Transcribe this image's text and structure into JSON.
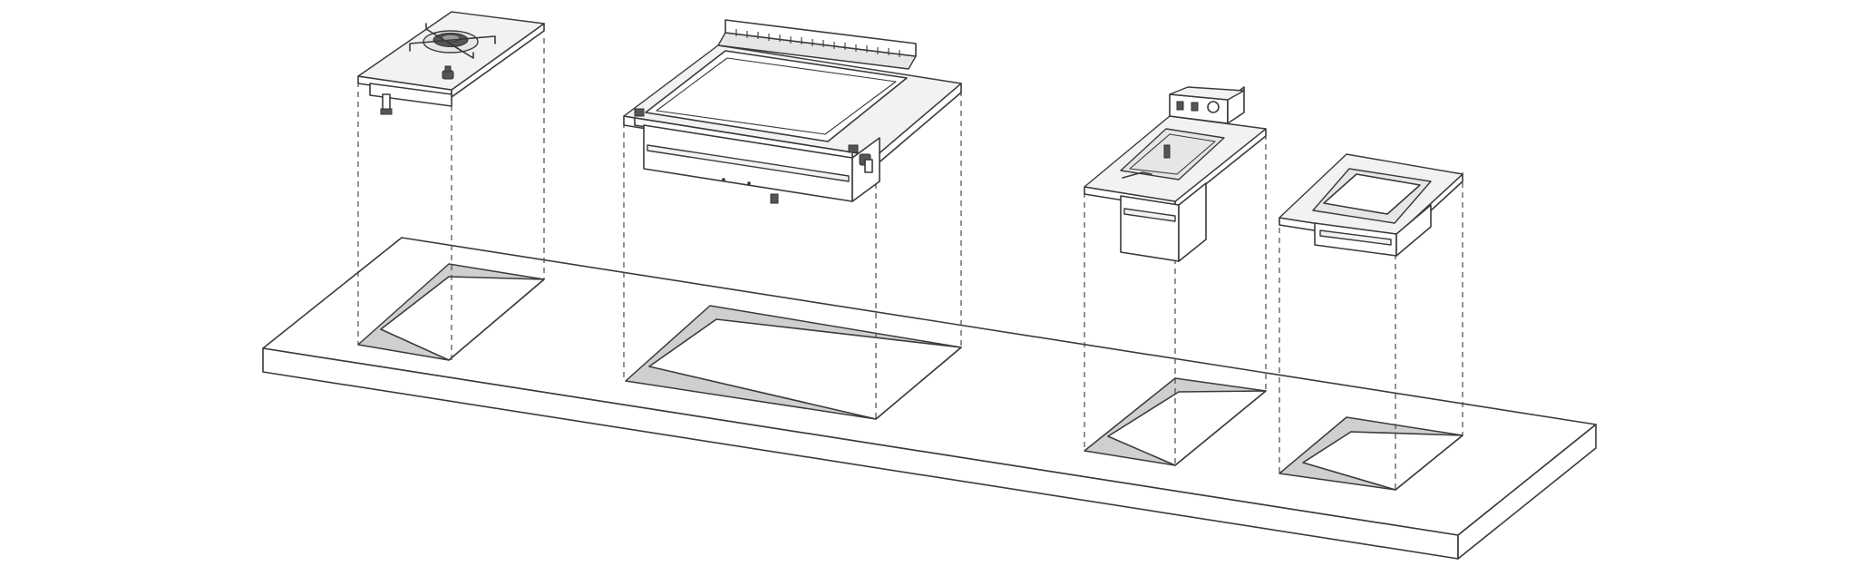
{
  "diagram": {
    "countertop": {
      "cutout_count": 4
    },
    "appliances": [
      {
        "name": "gas-burner-unit",
        "icon": "gas-burner-icon"
      },
      {
        "name": "griddle-plate-unit",
        "icon": "griddle-icon"
      },
      {
        "name": "deep-fryer-unit",
        "icon": "fryer-icon"
      },
      {
        "name": "gastronorm-well-unit",
        "icon": "bain-marie-icon"
      }
    ],
    "colors": {
      "line": "#3a3a3a",
      "cutout_wall": "#cfcfcf",
      "background": "#ffffff"
    }
  }
}
